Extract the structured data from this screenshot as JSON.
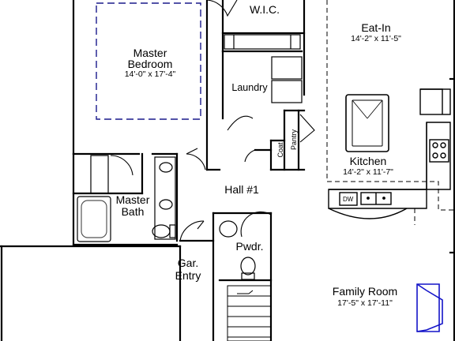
{
  "rooms": {
    "wic": {
      "name": "W.I.C."
    },
    "eat_in": {
      "name": "Eat-In",
      "dims": "14'-2\" x 11'-5\""
    },
    "master_bedroom": {
      "name": "Master\nBedroom",
      "name_line1": "Master",
      "name_line2": "Bedroom",
      "dims": "14'-0\" x 17'-4\""
    },
    "laundry": {
      "name": "Laundry"
    },
    "kitchen": {
      "name": "Kitchen",
      "dims": "14'-2\" x 11'-7\""
    },
    "hall": {
      "name": "Hall #1"
    },
    "master_bath": {
      "name_line1": "Master",
      "name_line2": "Bath"
    },
    "garage_entry": {
      "name_line1": "Gar.",
      "name_line2": "Entry"
    },
    "powder": {
      "name": "Pwdr."
    },
    "family_room": {
      "name": "Family Room",
      "dims": "17'-5\" x 17'-11\""
    }
  },
  "closets": {
    "coat": "Coat",
    "pantry": "Pantry"
  },
  "appliances": {
    "dishwasher": "DW"
  },
  "colors": {
    "wall": "#000000",
    "overhead": "#1a1a8c",
    "fireplace": "#1414c8",
    "fixture": "#555555"
  }
}
